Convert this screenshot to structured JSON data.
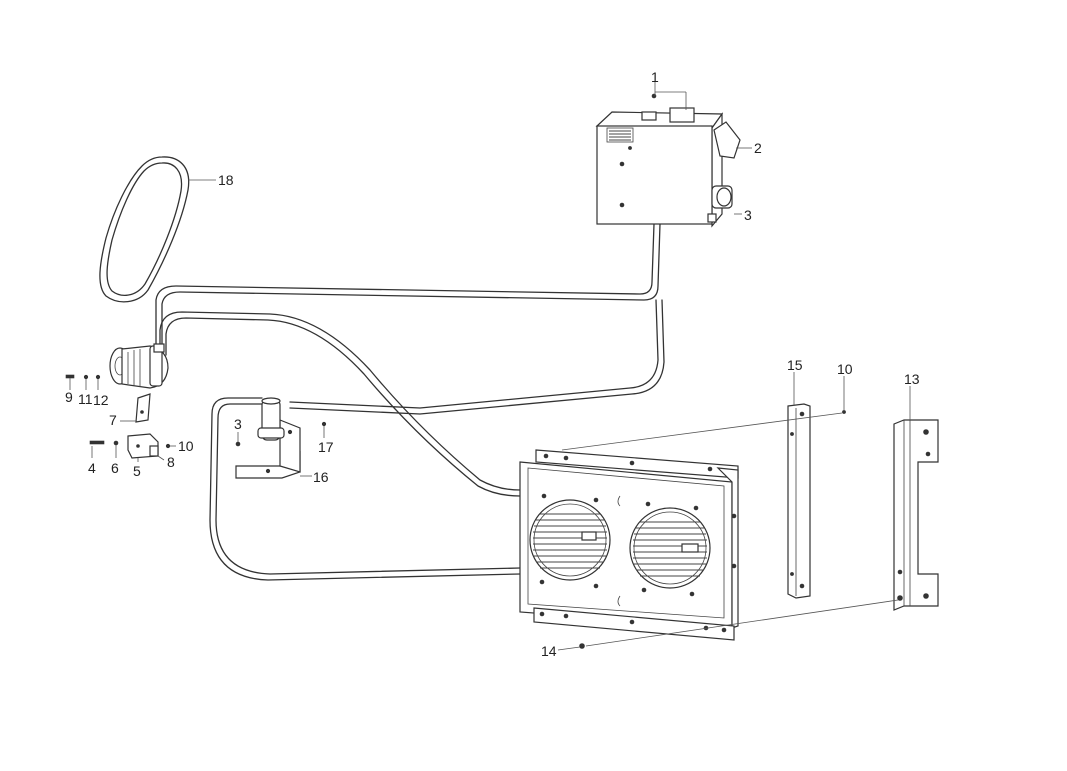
{
  "labels": {
    "p1": "1",
    "p2": "2",
    "p3a": "3",
    "p3b": "3",
    "p4": "4",
    "p5": "5",
    "p6": "6",
    "p7": "7",
    "p8": "8",
    "p9": "9",
    "p10a": "10",
    "p10b": "10",
    "p11": "11",
    "p12": "12",
    "p13": "13",
    "p14": "14",
    "p15": "15",
    "p16": "16",
    "p17": "17",
    "p18": "18"
  },
  "colors": {
    "line": "#333333",
    "background": "#ffffff"
  }
}
